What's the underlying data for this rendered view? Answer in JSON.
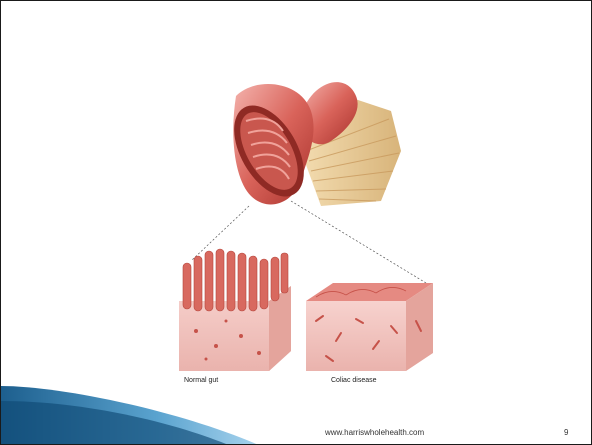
{
  "slide": {
    "captions": {
      "normal": "Normal gut",
      "disease": "Coliac disease"
    },
    "footer_url": "www.harriswholehealth.com",
    "page_number": "9"
  }
}
